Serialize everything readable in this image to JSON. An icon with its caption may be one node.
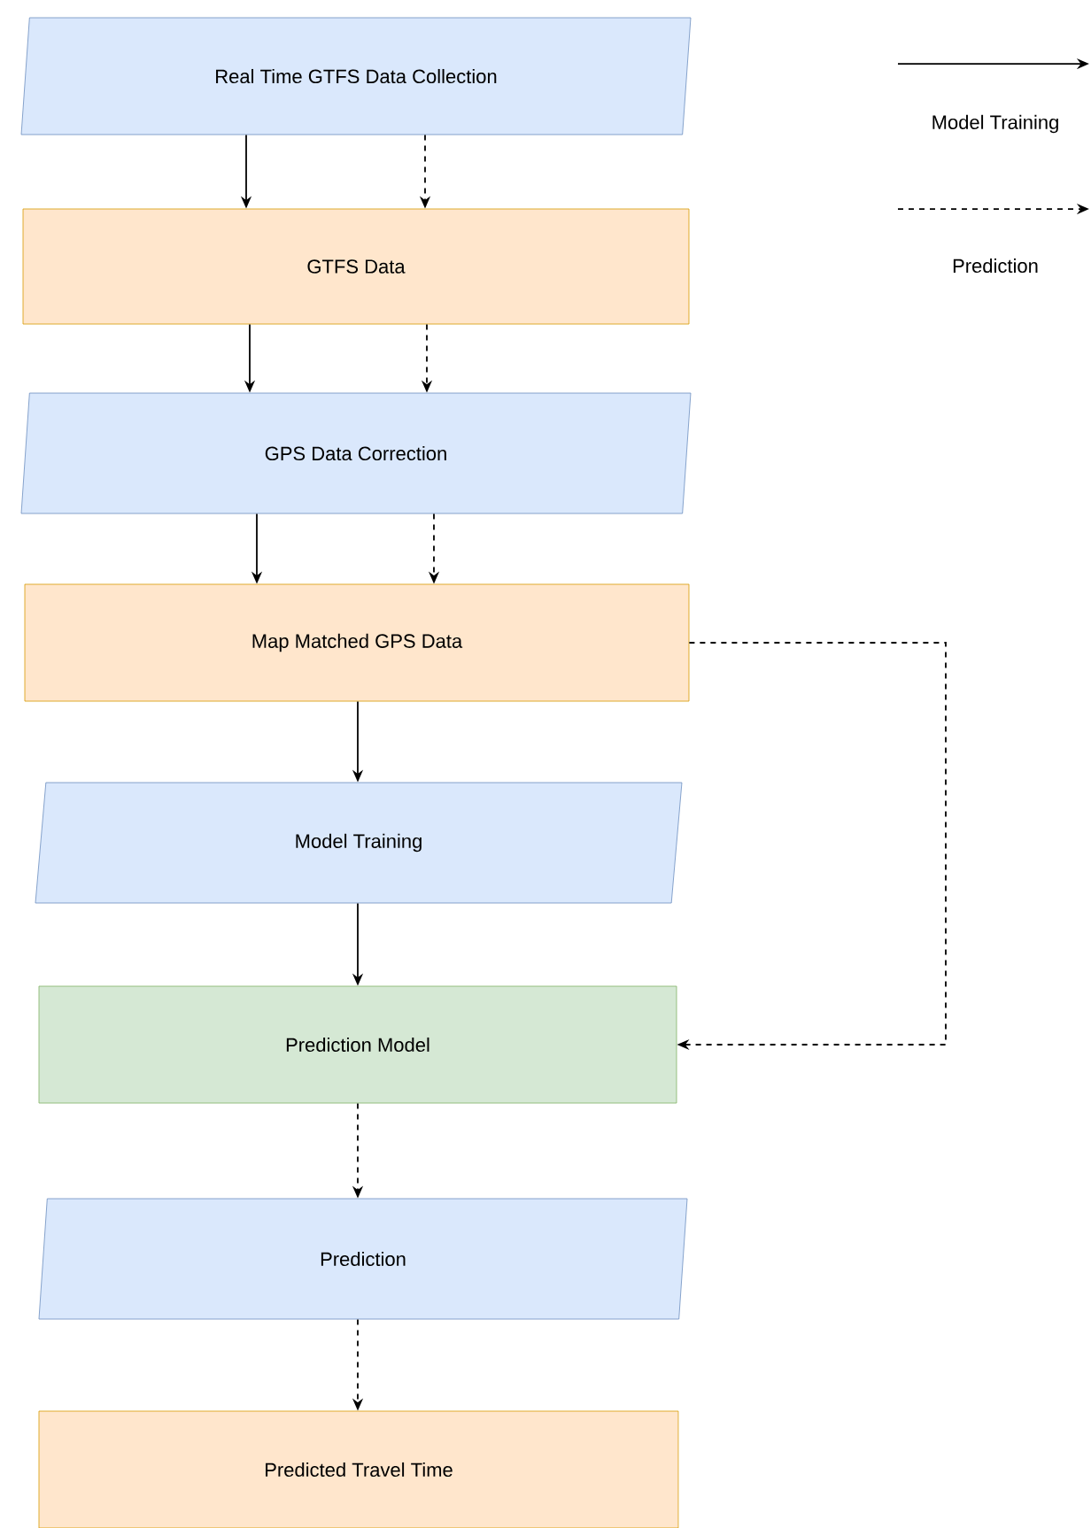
{
  "diagram": {
    "nodes": [
      {
        "text": [
          "Real Time GTFS Data  Collection"
        ]
      },
      {
        "text": [
          "GTFS Data"
        ]
      },
      {
        "text": [
          "GPS Data Correction"
        ]
      },
      {
        "text": [
          "Map Matched GPS Data"
        ]
      },
      {
        "text": [
          "Model Training"
        ]
      },
      {
        "text": [
          "Prediction Model"
        ]
      },
      {
        "text": [
          "Prediction"
        ]
      },
      {
        "text": [
          "Predicted Travel Time"
        ]
      }
    ],
    "edges": [
      {
        "from": 0,
        "to": 1,
        "arrow": "to"
      },
      {
        "from": 0,
        "to": 1,
        "arrow": "to",
        "style": "dashed"
      },
      {
        "from": 1,
        "to": 2,
        "arrow": "to"
      },
      {
        "from": 1,
        "to": 2,
        "arrow": "to",
        "style": "dashed"
      },
      {
        "from": 2,
        "to": 3,
        "arrow": "to"
      },
      {
        "from": 2,
        "to": 3,
        "arrow": "to",
        "style": "dashed"
      },
      {
        "from": 3,
        "to": 4,
        "arrow": "to"
      },
      {
        "from": 4,
        "to": 5,
        "arrow": "to"
      },
      {
        "from": 3,
        "to": 5,
        "arrow": "to",
        "style": "dashed"
      },
      {
        "from": 5,
        "to": 6,
        "arrow": "to",
        "style": "dashed"
      },
      {
        "from": 6,
        "to": 7,
        "arrow": "to",
        "style": "dashed"
      }
    ],
    "legend": [
      {
        "text": "Model Training"
      },
      {
        "text": "Prediction"
      }
    ]
  }
}
